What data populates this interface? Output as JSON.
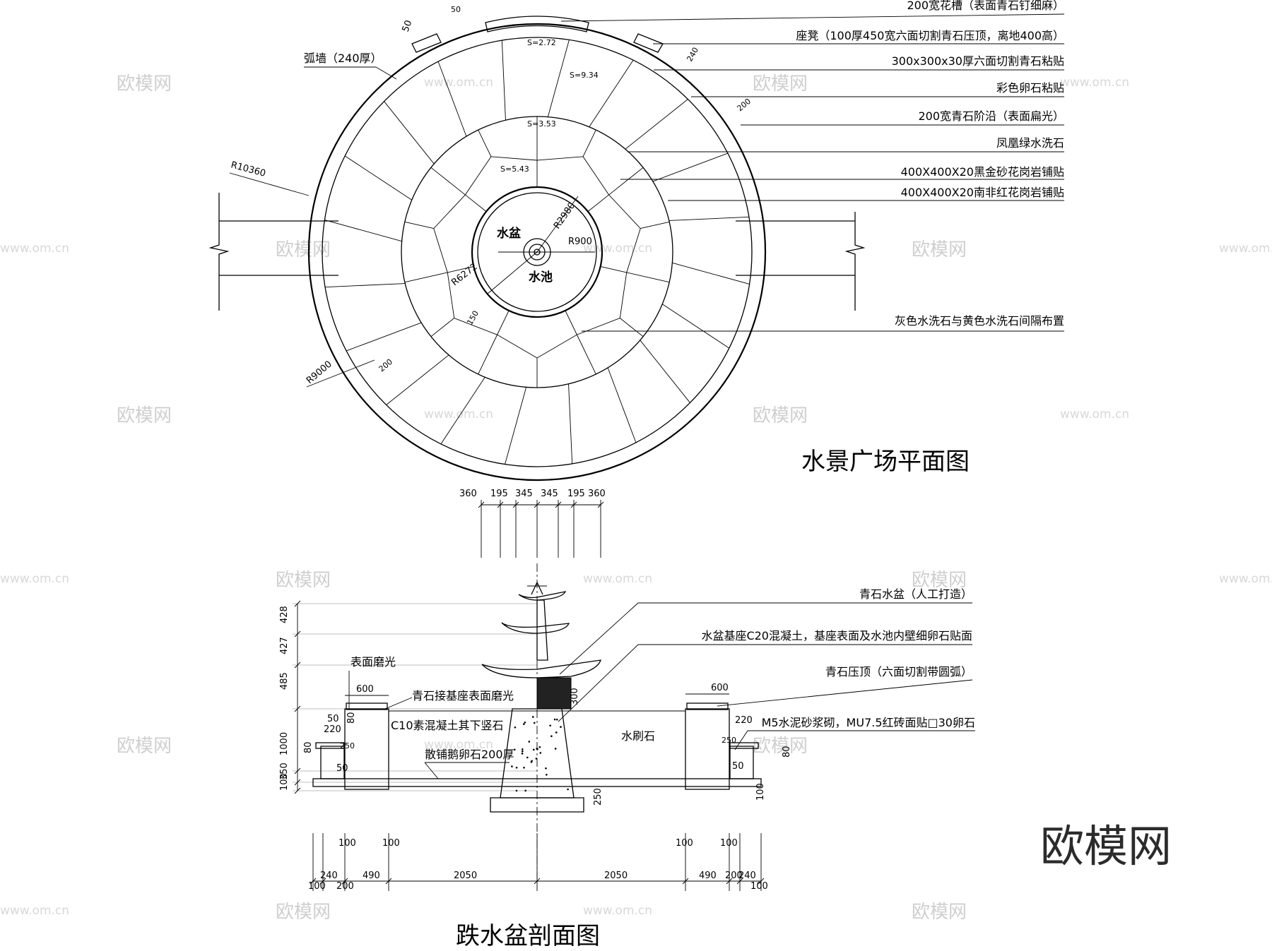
{
  "plan": {
    "title": "水景广场平面图",
    "labels_right": [
      "200宽花槽（表面青石钉细麻）",
      "座凳（100厚450宽六面切割青石压顶，离地400高）",
      "300x300x30厚六面切割青石粘贴",
      "彩色卵石粘贴",
      "200宽青石阶沿（表面扁光）",
      "凤凰绿水洗石",
      "400X400X20黑金砂花岗岩铺贴",
      "400X400X20南非红花岗岩铺贴",
      "灰色水洗石与黄色水洗石间隔布置"
    ],
    "arc_wall": "弧墙（240厚）",
    "basin": "水盆",
    "pool": "水池",
    "radii": {
      "r10360": "R10360",
      "r9000": "R9000",
      "r6272": "R6272",
      "r2980": "R2980",
      "r900": "R900"
    },
    "areas": {
      "s1": "S=2.72",
      "s2": "S=9.34",
      "s3": "S=3.53",
      "s4": "S=5.43"
    },
    "dims": {
      "d50a": "50",
      "d50b": "50",
      "d240": "240",
      "d200a": "200",
      "d200b": "200",
      "d150": "150"
    }
  },
  "section": {
    "title": "跌水盆剖面图",
    "labels_right": [
      "青石水盆（人工打造）",
      "水盆基座C20混凝土，基座表面及水池内壁细卵石贴面",
      "青石压顶（六面切割带圆弧）",
      "M5水泥砂浆砌，MU7.5红砖面贴□30卵石"
    ],
    "labels_left": {
      "polish": "表面磨光",
      "base_polish": "青石接基座表面磨光",
      "c10": "C10素混凝土其下竖石",
      "pebble": "散铺鹅卵石200厚",
      "brush_stone": "水刷石"
    },
    "top_dims": [
      "360",
      "195",
      "345",
      "345",
      "195",
      "360"
    ],
    "left_dims": [
      "428",
      "427",
      "485",
      "1000",
      "350",
      "100"
    ],
    "small_dims": {
      "d600l": "600",
      "d600r": "600",
      "d50": "50",
      "d80a": "80",
      "d220l": "220",
      "d220r": "220",
      "d250l": "250",
      "d250r": "250",
      "d80b": "80",
      "d50b": "50",
      "d80r": "80",
      "d50r": "50",
      "d300": "300",
      "d250c": "250",
      "d100r": "100"
    },
    "bottom_row1": [
      "100",
      "100",
      "100",
      "100"
    ],
    "bottom_row2": [
      "240",
      "490",
      "2050",
      "2050",
      "490",
      "200",
      "240"
    ],
    "bottom_row3": [
      "100",
      "200",
      "100"
    ]
  },
  "watermark": {
    "logo": "欧模网",
    "site": "www.om.cn",
    "big": "欧模网"
  }
}
